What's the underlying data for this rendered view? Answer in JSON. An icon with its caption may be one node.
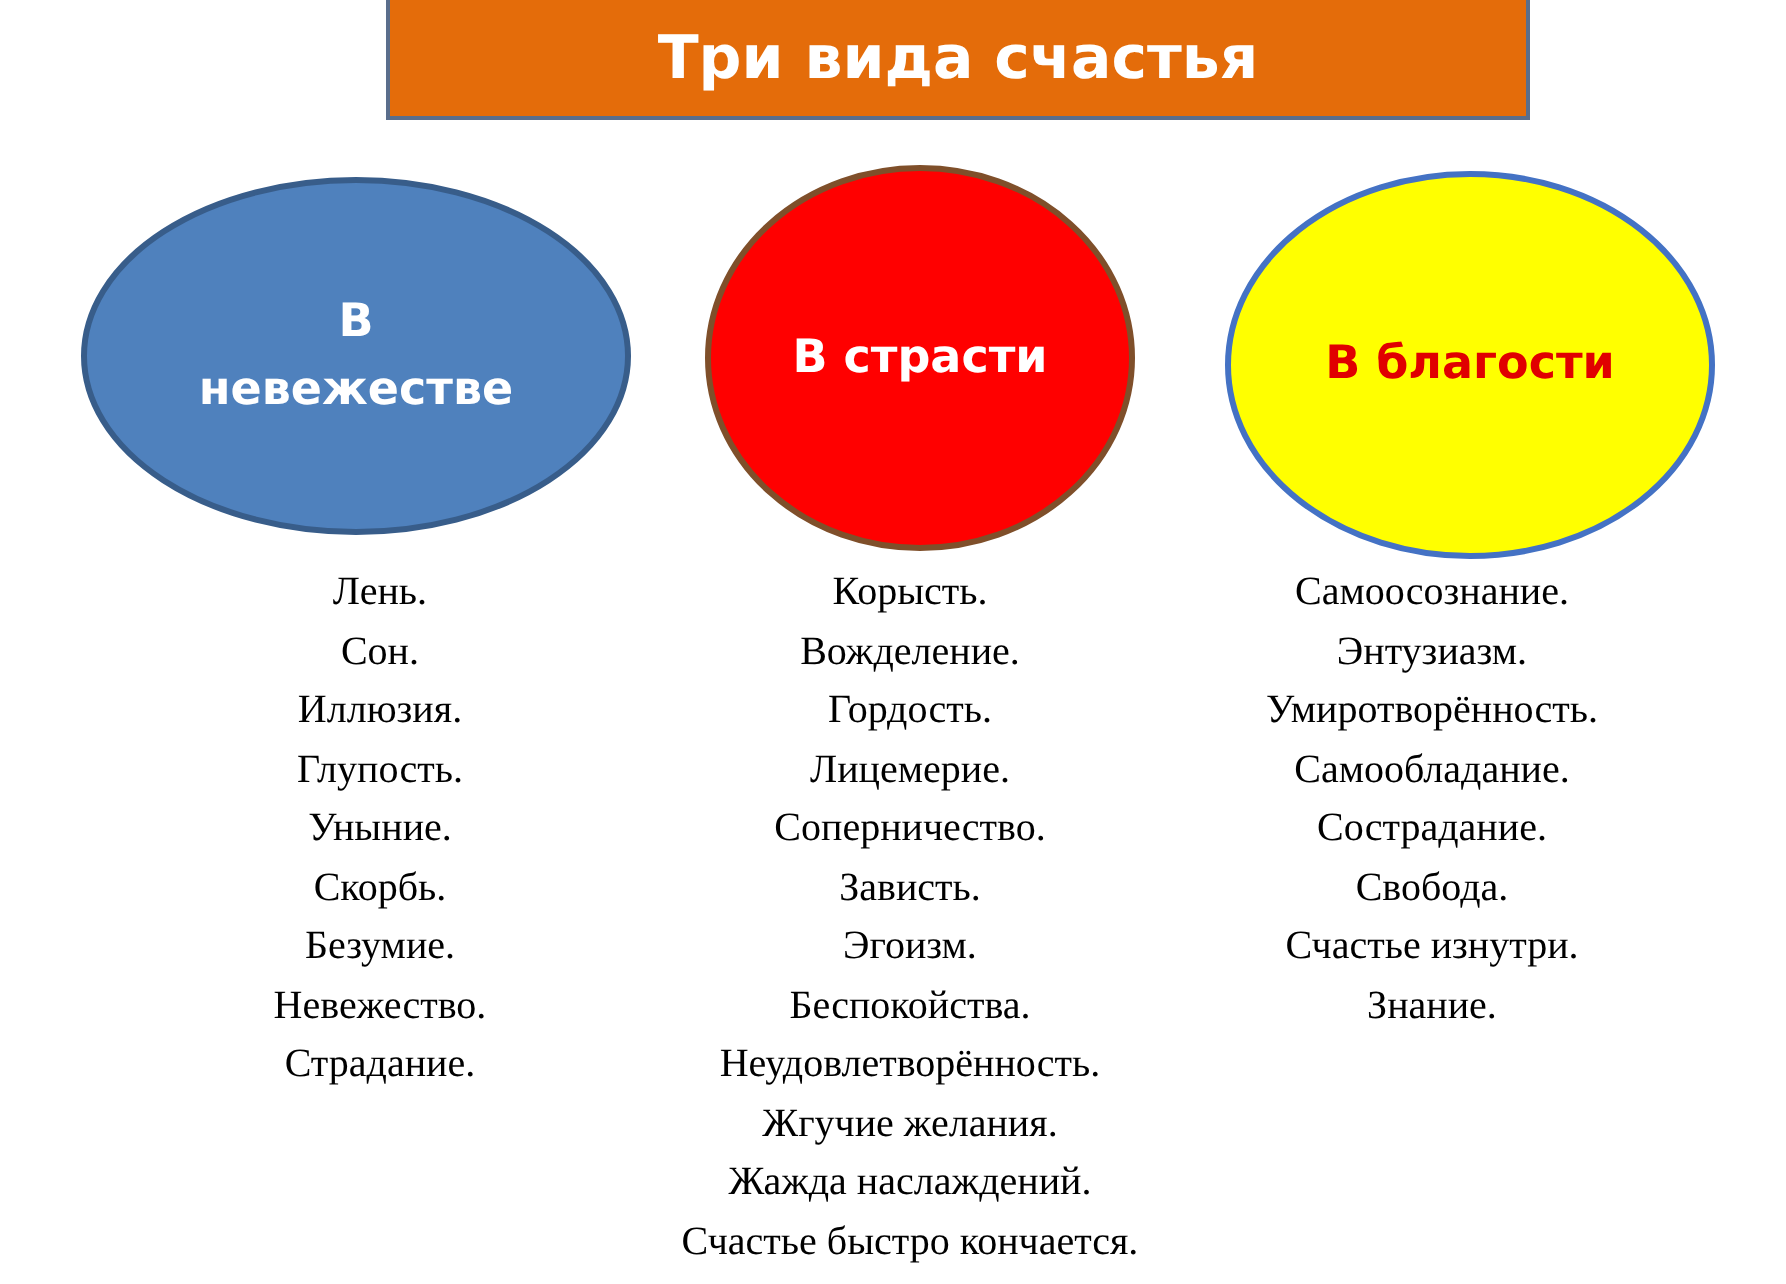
{
  "diagram": {
    "title": "Три вида счастья",
    "nodes": [
      {
        "text": [
          "В невежестве"
        ],
        "beside": [
          "Лень.",
          "Сон.",
          "Иллюзия.",
          "Глупость.",
          "Уныние.",
          "Скорбь.",
          "Безумие.",
          "Невежество.",
          "Страдание."
        ]
      },
      {
        "text": [
          "В страсти"
        ],
        "beside": [
          "Корысть.",
          "Вожделение.",
          "Гордость.",
          "Лицемерие.",
          "Соперничество.",
          "Зависть.",
          "Эгоизм.",
          "Беспокойства.",
          "Неудовлетворённость.",
          "Жгучие желания.",
          "Жажда наслаждений.",
          "Счастье быстро кончается."
        ]
      },
      {
        "text": [
          "В благости"
        ],
        "beside": [
          "Самоосознание.",
          "Энтузиазм.",
          "Умиротворённость.",
          "Самообладание.",
          "Сострадание.",
          "Свобода.",
          "Счастье изнутри.",
          "Знание."
        ]
      }
    ],
    "edges": []
  }
}
